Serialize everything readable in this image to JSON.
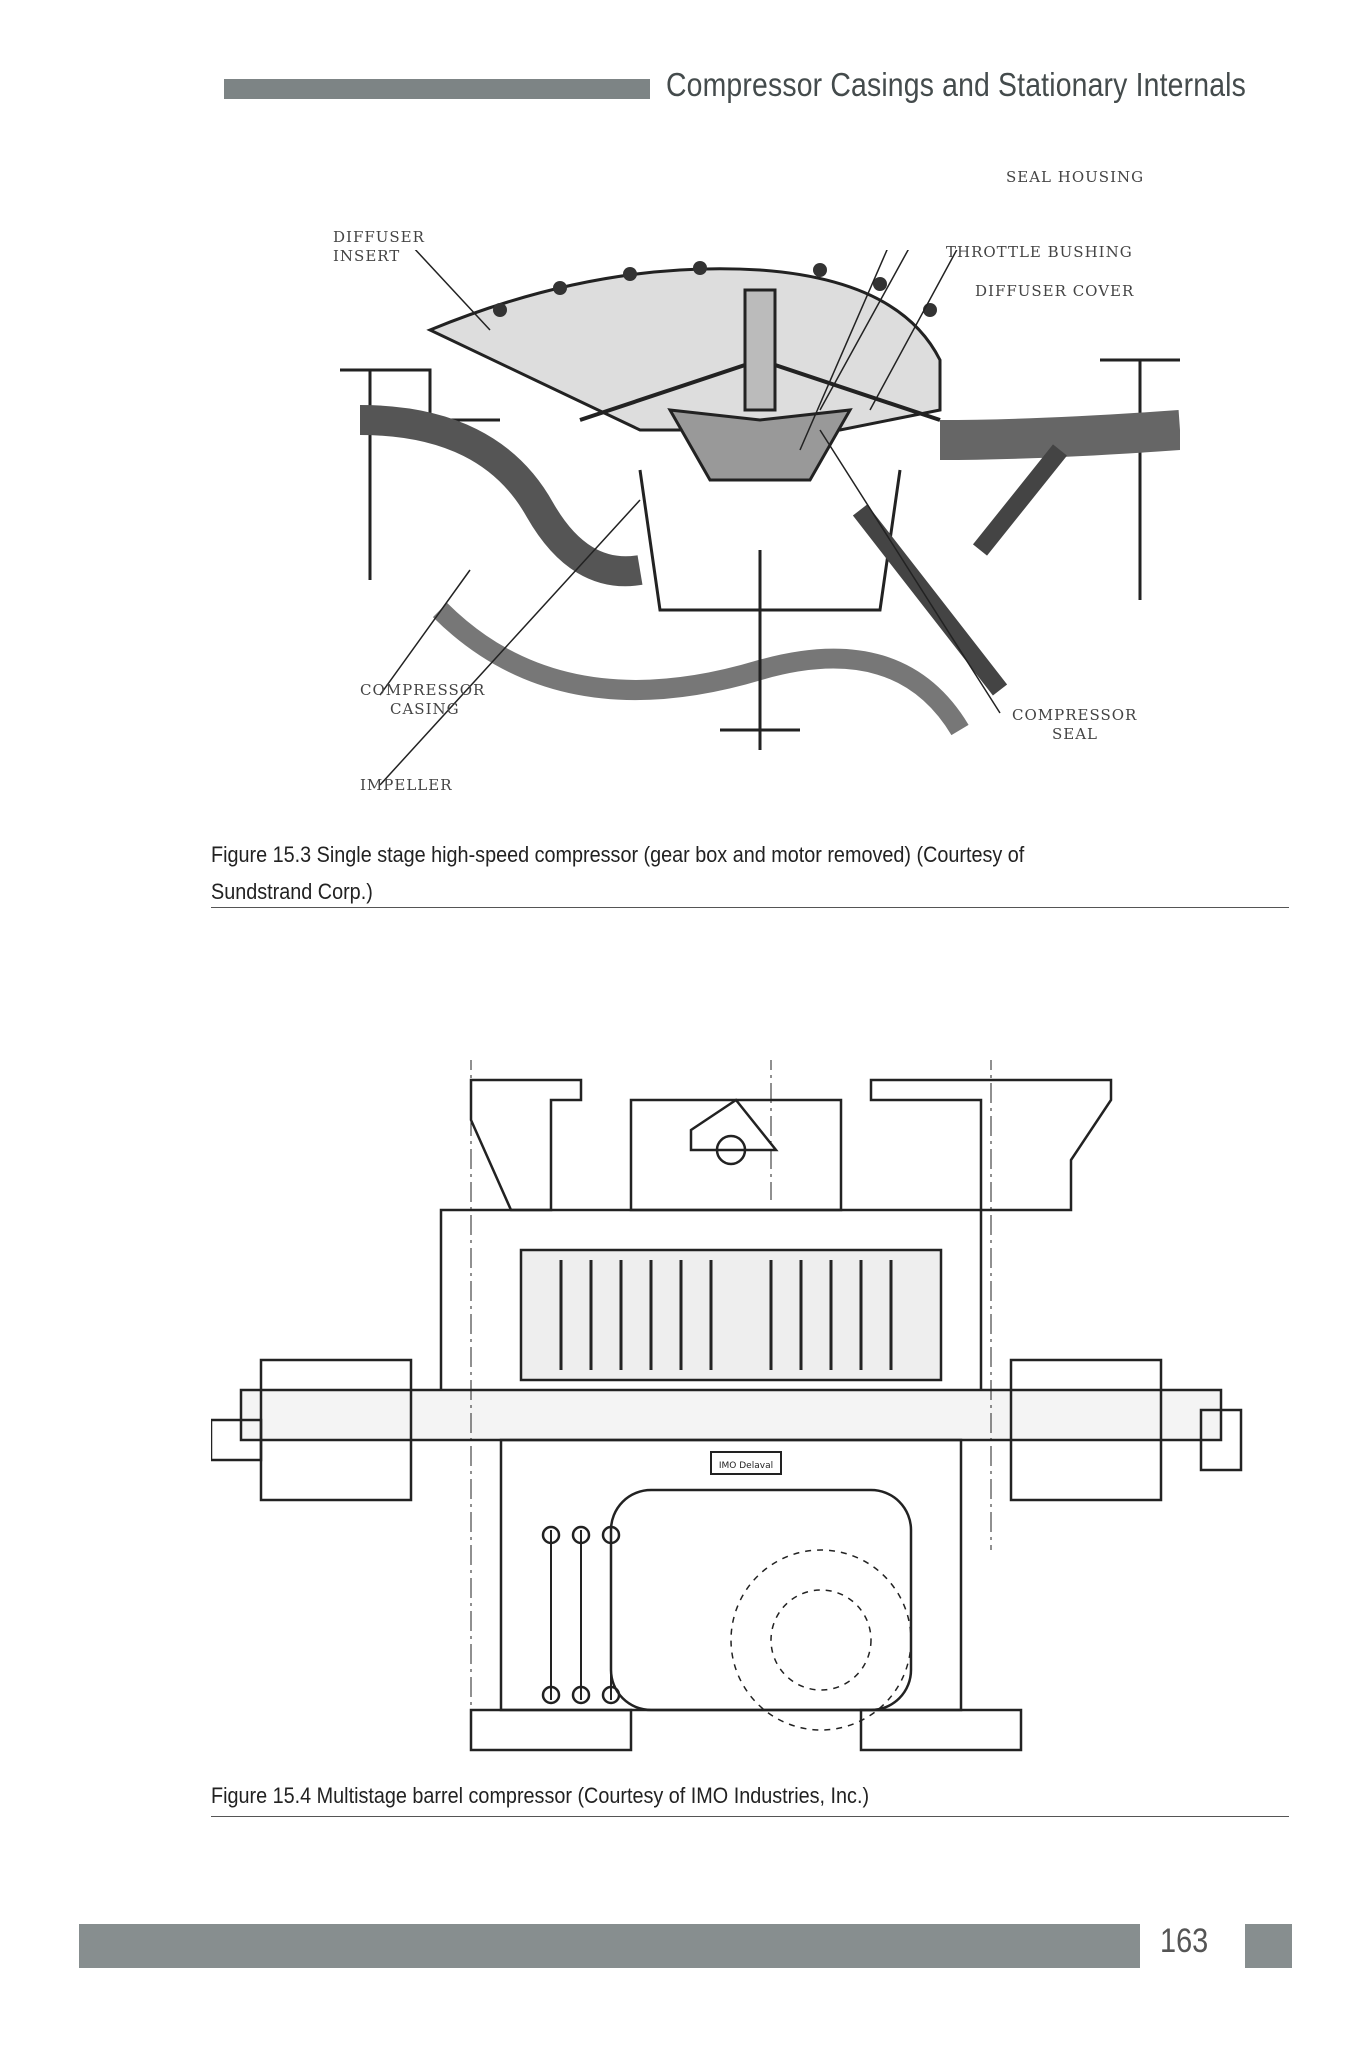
{
  "header": {
    "title": "Compressor Casings and Stationary Internals"
  },
  "figure1": {
    "labels": {
      "seal_housing": "SEAL HOUSING",
      "diffuser_insert_1": "DIFFUSER",
      "diffuser_insert_2": "INSERT",
      "throttle_bushing": "THROTTLE BUSHING",
      "diffuser_cover": "DIFFUSER COVER",
      "compressor_casing_1": "COMPRESSOR",
      "compressor_casing_2": "CASING",
      "compressor_seal_1": "COMPRESSOR",
      "compressor_seal_2": "SEAL",
      "impeller": "IMPELLER"
    },
    "caption_line1": "Figure 15.3 Single stage high-speed compressor (gear box and motor removed) (Courtesy of",
    "caption_line2": "Sundstrand Corp.)"
  },
  "figure2": {
    "nameplate": "IMO Delaval",
    "caption": "Figure 15.4 Multistage barrel compressor (Courtesy of IMO Industries, Inc.)"
  },
  "footer": {
    "page_number": "163"
  }
}
